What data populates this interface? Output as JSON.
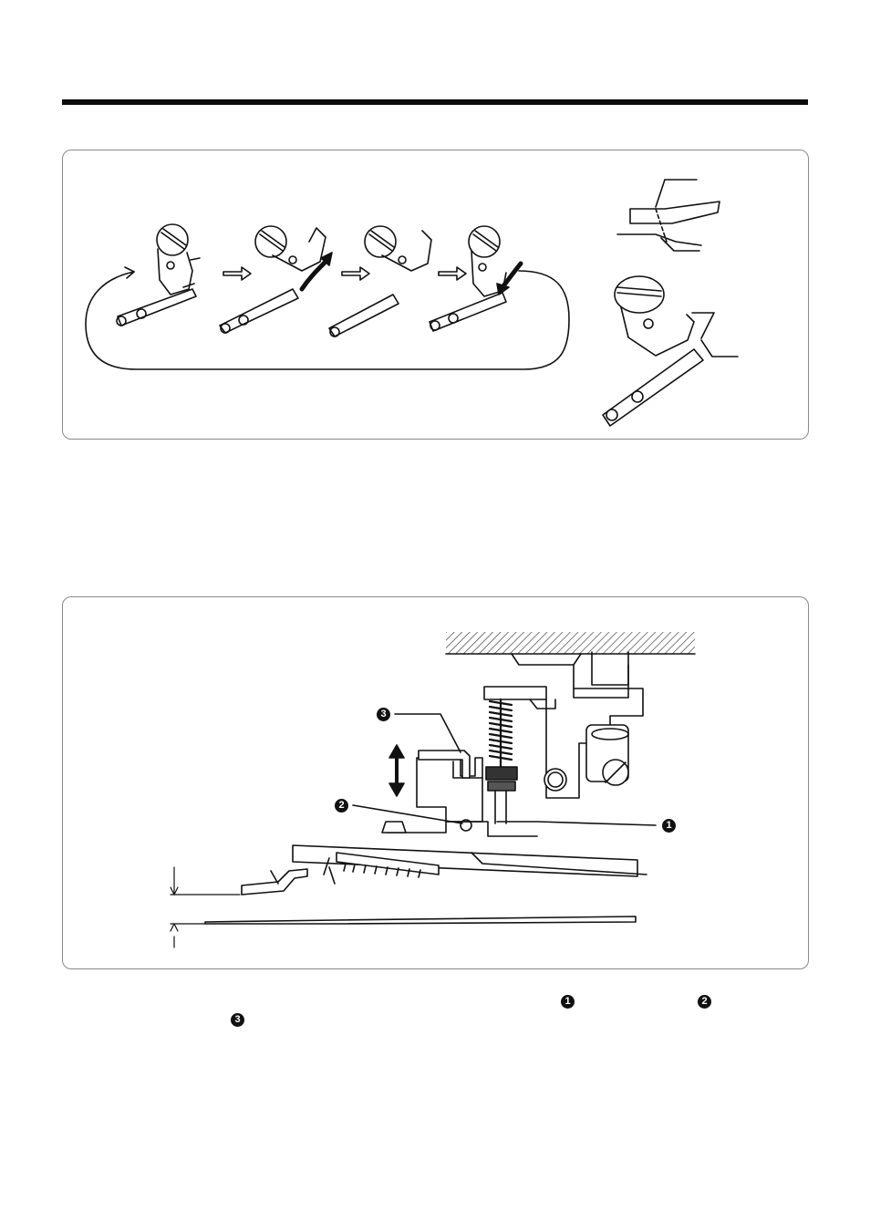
{
  "callouts": {
    "part1": "1",
    "part2": "2",
    "part3": "3"
  },
  "caption": {
    "marker1": "1",
    "marker2": "2",
    "marker3": "3"
  },
  "colors": {
    "ink": "#111111",
    "frame": "#8a8a8a",
    "hatch": "#444444"
  }
}
